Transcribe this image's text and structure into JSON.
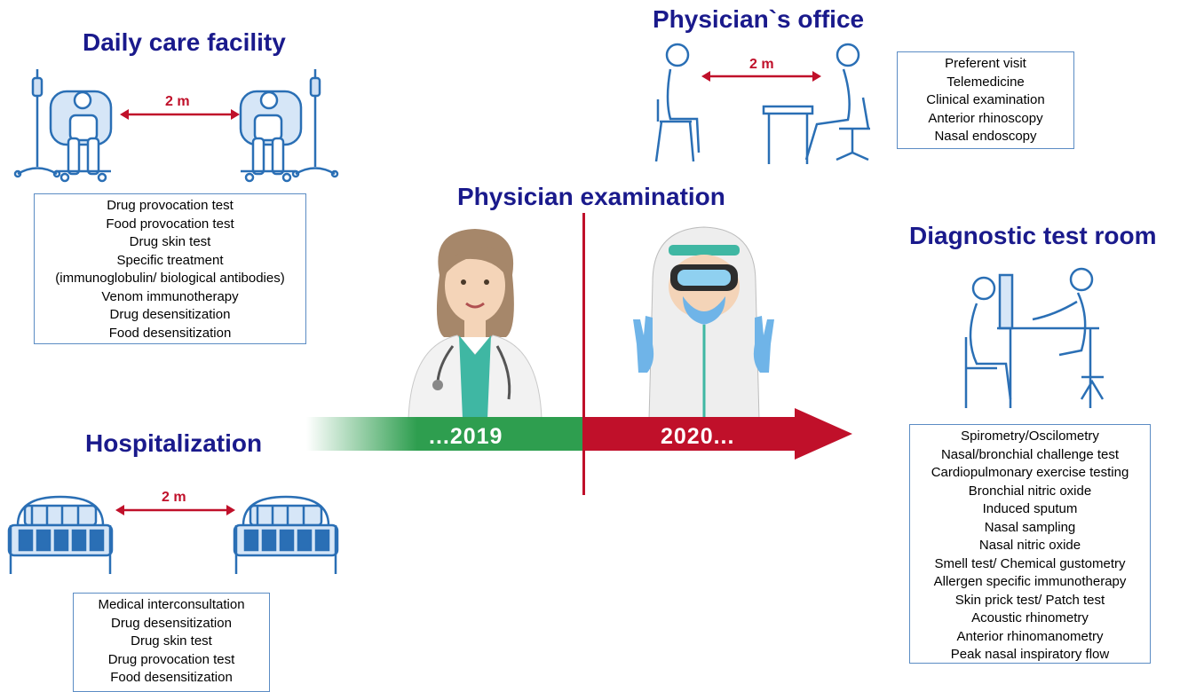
{
  "sections": {
    "daily_care": {
      "title": "Daily care facility",
      "distance": "2 m",
      "items": [
        "Drug provocation test",
        "Food provocation test",
        "Drug skin test",
        "Specific treatment",
        "(immunoglobulin/ biological antibodies)",
        "Venom immunotherapy",
        "Drug desensitization",
        "Food desensitization"
      ]
    },
    "physician_office": {
      "title": "Physician`s office",
      "distance": "2 m",
      "items": [
        "Preferent visit",
        "Telemedicine",
        "Clinical examination",
        "Anterior rhinoscopy",
        "Nasal endoscopy"
      ]
    },
    "physician_exam": {
      "title": "Physician examination"
    },
    "diagnostic_room": {
      "title": "Diagnostic test room",
      "items": [
        "Spirometry/Oscilometry",
        "Nasal/bronchial challenge test",
        "Cardiopulmonary exercise testing",
        "Bronchial nitric oxide",
        "Induced sputum",
        "Nasal sampling",
        "Nasal nitric oxide",
        "Smell test/ Chemical gustometry",
        "Allergen specific immunotherapy",
        "Skin prick test/ Patch test",
        "Acoustic rhinometry",
        "Anterior rhinomanometry",
        "Peak nasal inspiratory flow"
      ]
    },
    "hospitalization": {
      "title": "Hospitalization",
      "distance": "2 m",
      "items": [
        "Medical interconsultation",
        "Drug desensitization",
        "Drug skin test",
        "Drug provocation test",
        "Food desensitization"
      ]
    }
  },
  "timeline": {
    "before": "...2019",
    "after": "2020..."
  },
  "colors": {
    "title": "#1a1a8c",
    "green": "#2e9e4f",
    "red": "#c0102a",
    "icon_blue": "#2a6fb5"
  }
}
